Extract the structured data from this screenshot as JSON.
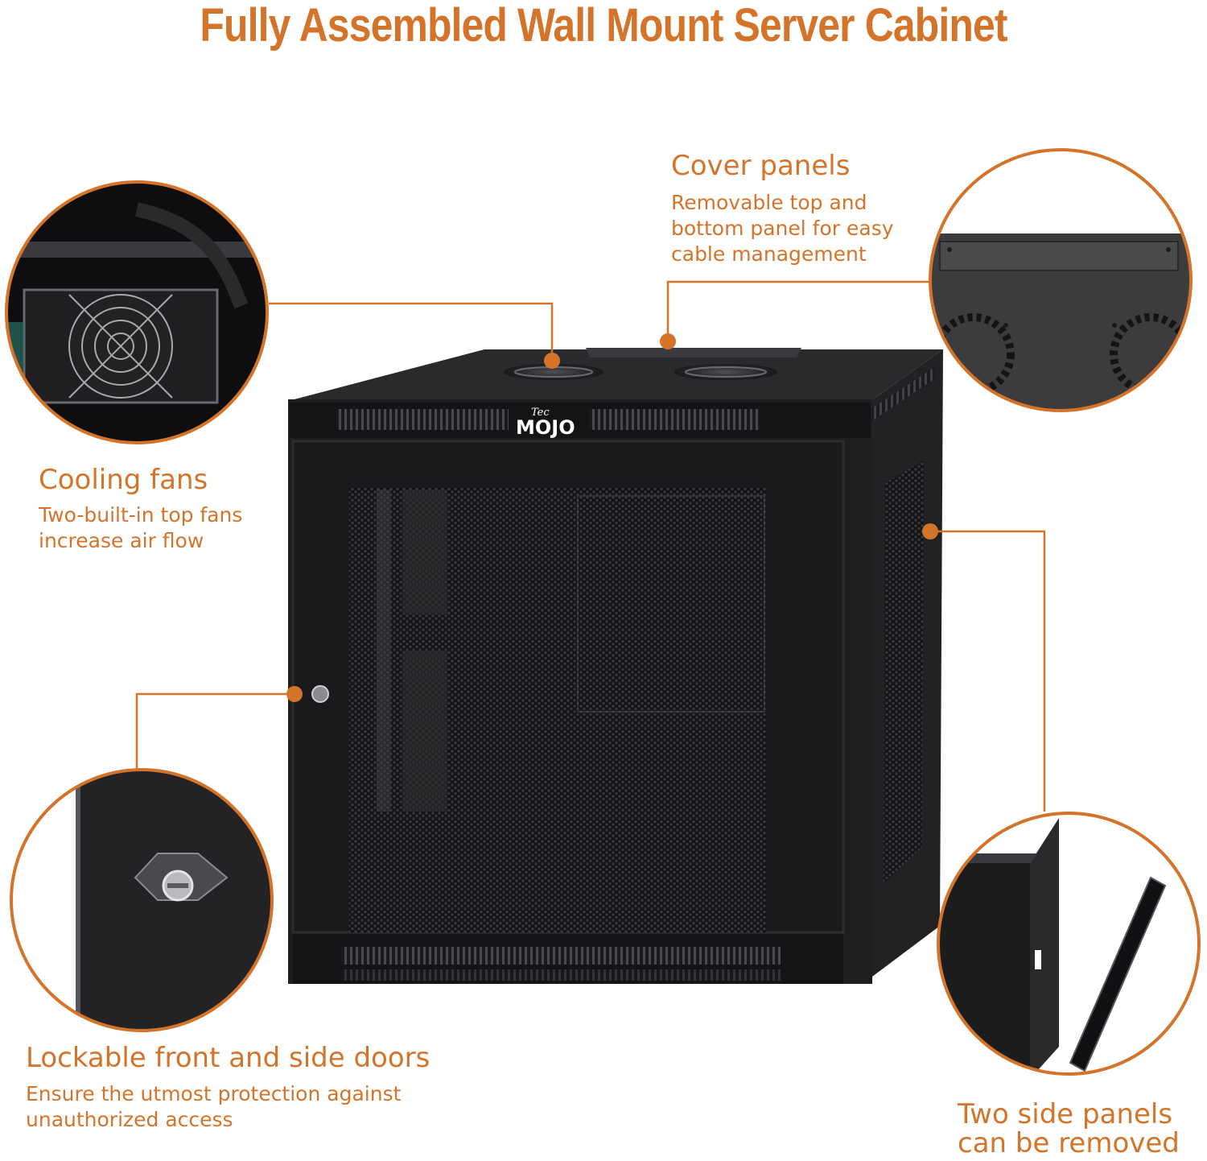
{
  "title": "Fully Assembled Wall Mount Server Cabinet",
  "brand": {
    "top": "Tec",
    "main": "MOJO"
  },
  "colors": {
    "accent": "#d4742a",
    "cabinet": "#1c1c1e",
    "background": "#ffffff"
  },
  "features": {
    "cover_panels": {
      "title": "Cover panels",
      "lines": [
        "Removable top and",
        "bottom panel for easy",
        "cable management"
      ]
    },
    "cooling_fans": {
      "title": "Cooling fans",
      "lines": [
        "Two-built-in top fans",
        "increase air flow"
      ]
    },
    "lockable_doors": {
      "title": "Lockable front and side doors",
      "lines": [
        "Ensure the utmost protection against",
        "unauthorized access"
      ]
    },
    "side_panels": {
      "title": "",
      "lines": [
        "Two side panels",
        "can be removed"
      ]
    }
  }
}
